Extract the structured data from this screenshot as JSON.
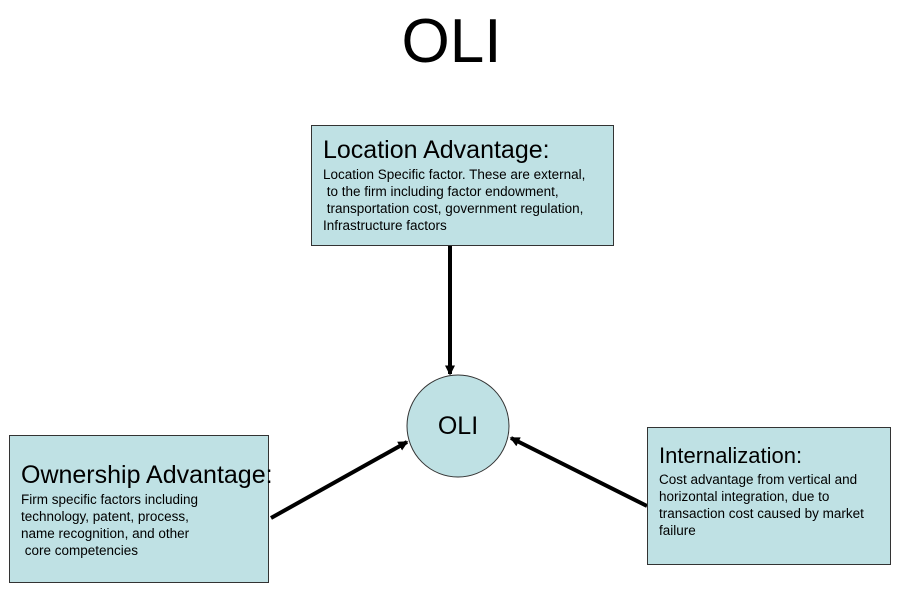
{
  "title": "OLI",
  "center": {
    "label": "OLI"
  },
  "location": {
    "heading": "Location Advantage:",
    "body": "Location Specific factor. These are external,\n to the firm including factor endowment,\n transportation cost, government regulation,\nInfrastructure factors"
  },
  "ownership": {
    "heading": "Ownership Advantage:",
    "body": "Firm specific factors including\ntechnology, patent, process,\nname recognition, and other\n core competencies"
  },
  "internalization": {
    "heading": "Internalization:",
    "body": "Cost advantage from vertical and\nhorizontal integration, due to\ntransaction cost caused by market\nfailure"
  },
  "colors": {
    "box_fill": "#bfe1e4",
    "circle_fill": "#bfe1e4",
    "border": "#333333",
    "arrow": "#000000"
  }
}
